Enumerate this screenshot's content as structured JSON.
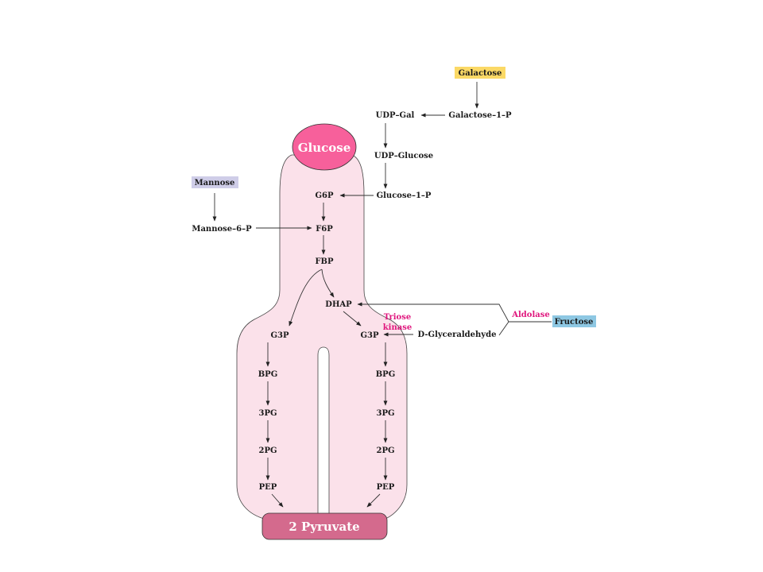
{
  "colors": {
    "tube_fill": "#fbe1ea",
    "tube_stroke": "#444444",
    "glucose_fill": "#f7609b",
    "pyruvate_fill": "#d46a8d",
    "galactose_box": "#fbd966",
    "mannose_box": "#cfcde8",
    "fructose_box": "#8ec8e3",
    "enzyme_text": "#e0177e"
  },
  "nodes": {
    "glucose": "Glucose",
    "pyruvate": "2 Pyruvate",
    "galactose": "Galactose",
    "galactose_1_p": "Galactose–1–P",
    "udp_gal": "UDP–Gal",
    "udp_glucose": "UDP–Glucose",
    "glucose_1_p": "Glucose–1–P",
    "mannose": "Mannose",
    "mannose_6_p": "Mannose–6–P",
    "g6p": "G6P",
    "f6p": "F6P",
    "fbp": "FBP",
    "dhap": "DHAP",
    "g3p_left": "G3P",
    "g3p_right": "G3P",
    "glyceraldehyde": "D-Glyceraldehyde",
    "fructose": "Fructose",
    "left_branch": [
      "BPG",
      "3PG",
      "2PG",
      "PEP"
    ],
    "right_branch": [
      "BPG",
      "3PG",
      "2PG",
      "PEP"
    ]
  },
  "enzymes": {
    "aldolase": "Aldolase",
    "triose_kinase_line1": "Triose",
    "triose_kinase_line2": "kinase"
  }
}
